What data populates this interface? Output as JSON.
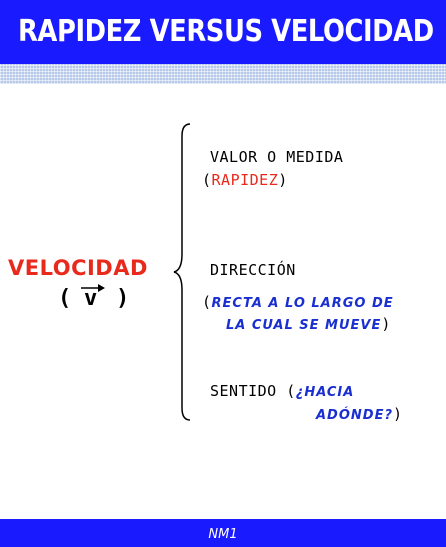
{
  "header": {
    "title": "RAPIDEZ VERSUS VELOCIDAD"
  },
  "term": {
    "name": "VELOCIDAD",
    "symbol_open": "(",
    "symbol": "v",
    "symbol_close": ")"
  },
  "branches": {
    "magnitude": {
      "label": "VALOR O MEDIDA",
      "open": "(",
      "value": "RAPIDEZ",
      "close": ")"
    },
    "direction": {
      "label": "DIRECCIÓN",
      "open": "(",
      "line1": "RECTA A LO LARGO DE",
      "line2": "LA CUAL SE MUEVE",
      "close": ")"
    },
    "sense": {
      "label": "SENTIDO",
      "open": "(",
      "line1": "¿HACIA",
      "line2": "ADÓNDE?",
      "close": ")"
    }
  },
  "footer": {
    "text": "NM1"
  },
  "colors": {
    "header_bg": "#1a1aff",
    "accent_red": "#e8291c",
    "accent_blue": "#1a2fd0"
  }
}
